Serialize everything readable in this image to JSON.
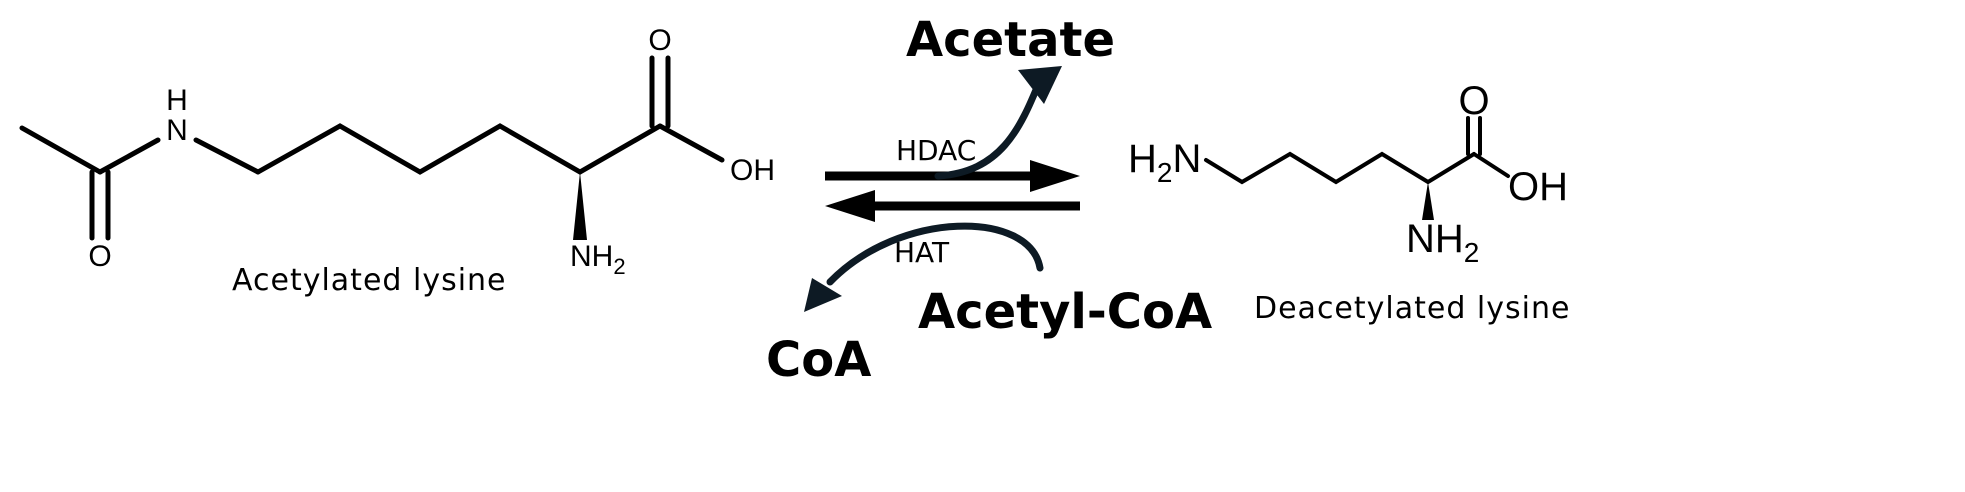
{
  "substrate": {
    "name": "Acetylated lysine",
    "atoms": {
      "amide_n": "H",
      "amide_n_letter": "N",
      "carbonyl_o": "O",
      "acid_o": "O",
      "acid_oh": "OH",
      "amine": "NH",
      "amine_sub": "2"
    }
  },
  "product": {
    "name": "Deacetylated lysine",
    "atoms": {
      "amine_h": "H",
      "amine_sub": "2",
      "amine_n": "N",
      "acid_o": "O",
      "acid_oh": "OH",
      "alpha_amine": "NH",
      "alpha_amine_sub": "2"
    }
  },
  "reaction": {
    "forward_enzyme": "HDAC",
    "reverse_enzyme": "HAT",
    "forward_byproduct": "Acetate",
    "reverse_reagent": "Acetyl-CoA",
    "reverse_byproduct": "CoA"
  }
}
